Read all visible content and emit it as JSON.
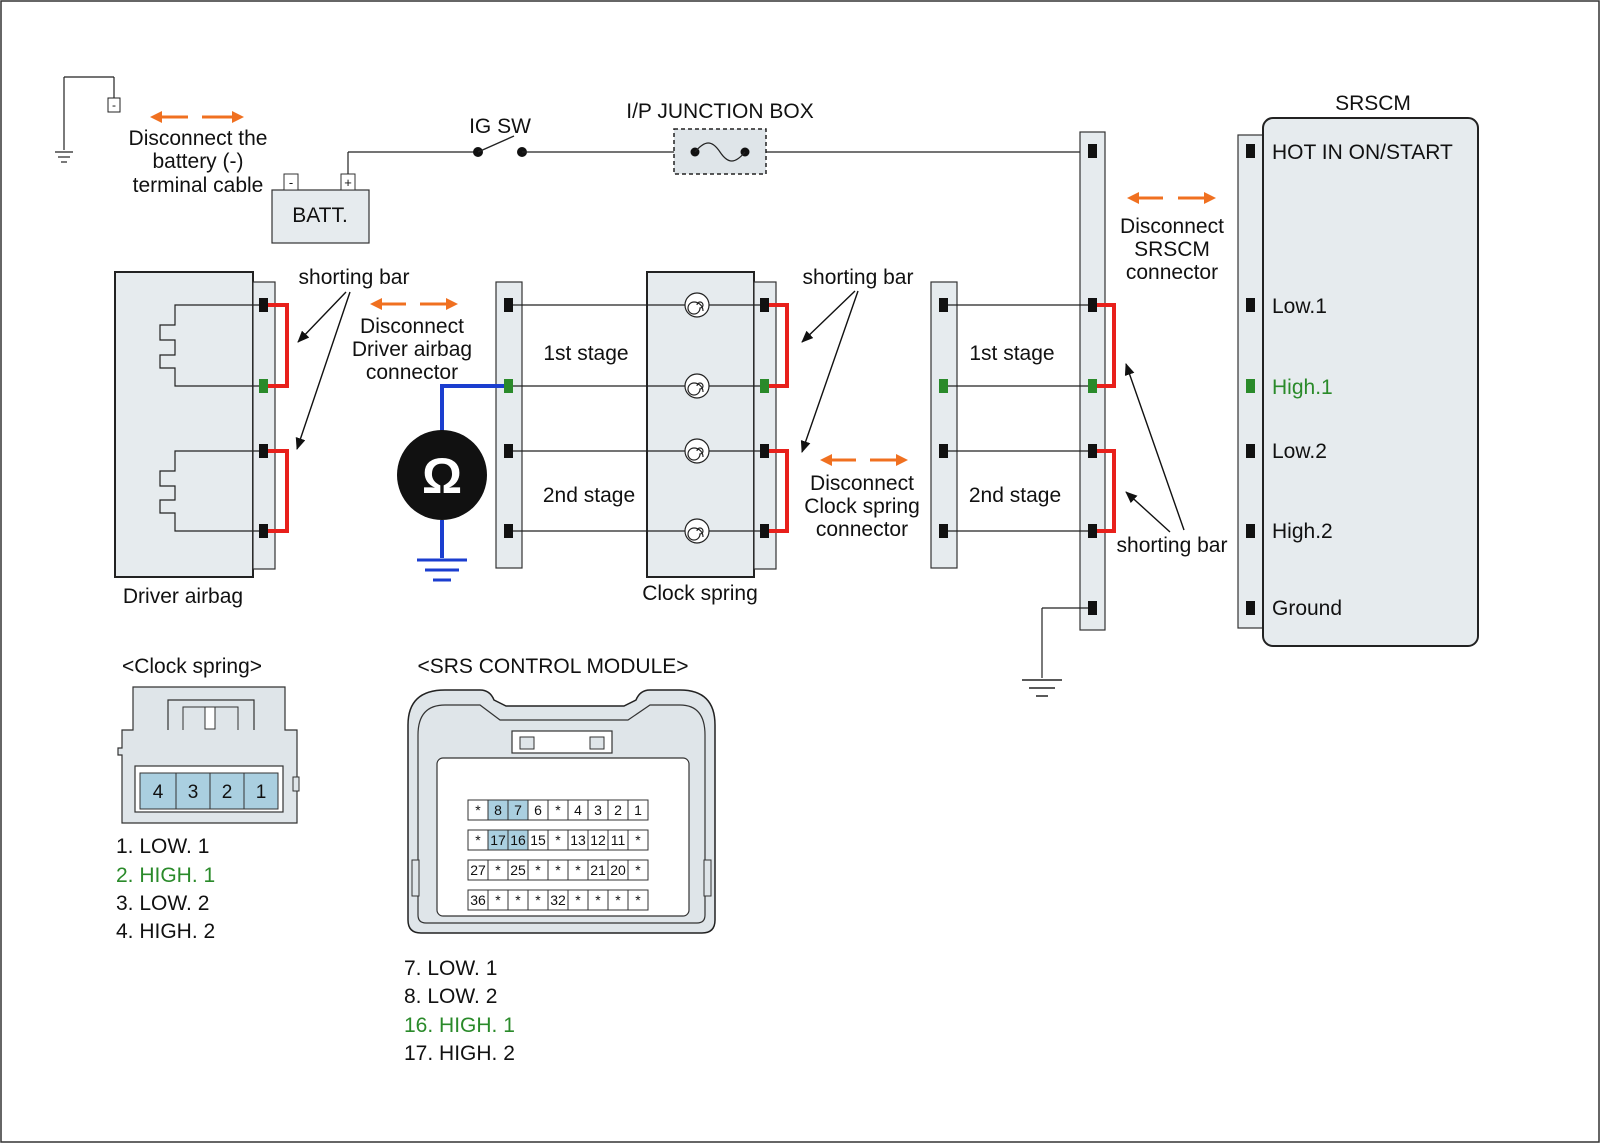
{
  "battery": {
    "label": "BATT.",
    "neg": "-",
    "pos": "+"
  },
  "ground_box_label": "-",
  "disconnect_battery": [
    "Disconnect the",
    "battery (-)",
    "terminal cable"
  ],
  "ig_sw": "IG SW",
  "ip_junction_box": "I/P JUNCTION BOX",
  "srscm": {
    "title": "SRSCM",
    "pins": [
      "HOT IN ON/START",
      "Low.1",
      "High.1",
      "Low.2",
      "High.2",
      "Ground"
    ]
  },
  "disconnect_srscm": [
    "Disconnect",
    "SRSCM",
    "connector"
  ],
  "disconnect_driver": [
    "Disconnect",
    "Driver airbag",
    "connector"
  ],
  "disconnect_clock": [
    "Disconnect",
    "Clock spring",
    "connector"
  ],
  "shorting_bar": "shorting bar",
  "stage1": "1st stage",
  "stage2": "2nd stage",
  "driver_airbag": "Driver airbag",
  "clock_spring": "Clock spring",
  "ohm_symbol": "Ω",
  "clock_connector": {
    "title": "<Clock spring>",
    "pins": [
      "4",
      "3",
      "2",
      "1"
    ],
    "legend": [
      "1. LOW. 1",
      "2. HIGH. 1",
      "3. LOW. 2",
      "4. HIGH. 2"
    ]
  },
  "srs_module_connector": {
    "title": "<SRS CONTROL MODULE>",
    "rows": [
      [
        "*",
        "8",
        "7",
        "6",
        "*",
        "4",
        "3",
        "2",
        "1"
      ],
      [
        "*",
        "17",
        "16",
        "15",
        "*",
        "13",
        "12",
        "11",
        "*"
      ],
      [
        "27",
        "*",
        "25",
        "*",
        "*",
        "*",
        "21",
        "20",
        "*"
      ],
      [
        "36",
        "*",
        "*",
        "*",
        "32",
        "*",
        "*",
        "*",
        "*"
      ]
    ],
    "legend": [
      "7. LOW. 1",
      "8. LOW. 2",
      "16. HIGH. 1",
      "17. HIGH. 2"
    ]
  },
  "colors": {
    "shorting_bar": "#e8201b",
    "arrow": "#f07020",
    "ohmmeter_lead": "#1b3ecf",
    "high1": "#2a8a2a",
    "pin_highlight": "#aacfe0"
  }
}
